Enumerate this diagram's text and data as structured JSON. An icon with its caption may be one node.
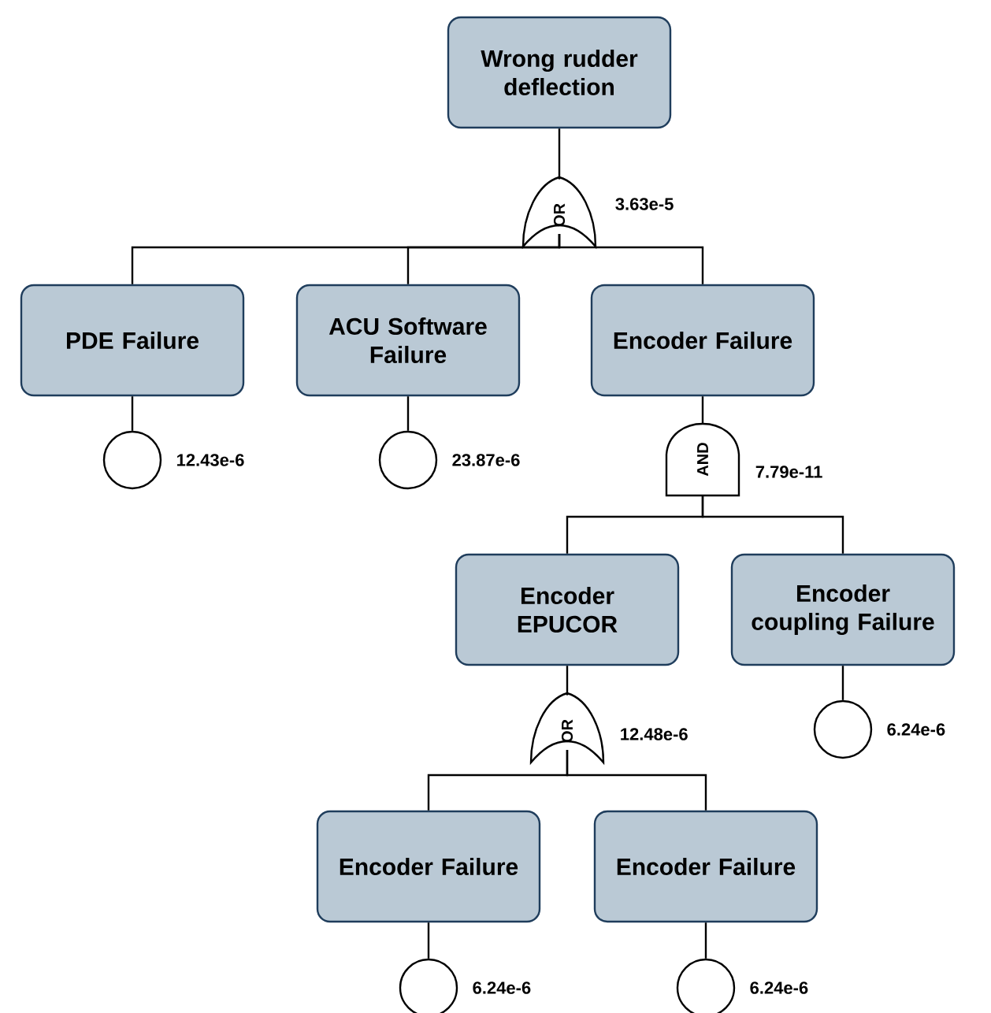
{
  "diagram": {
    "nodes": [
      {
        "text": [
          "Wrong rudder deflection"
        ]
      },
      {
        "text": [
          "OR"
        ],
        "beside": [
          "3.63e-5"
        ]
      },
      {
        "text": [
          "PDE Failure"
        ]
      },
      {
        "text": [
          "ACU Software Failure"
        ]
      },
      {
        "text": [
          "Encoder Failure"
        ]
      },
      {
        "text": [],
        "shape": "circle",
        "beside": [
          "12.43e-6"
        ]
      },
      {
        "text": [],
        "shape": "circle",
        "beside": [
          "23.87e-6"
        ]
      },
      {
        "text": [
          "AND"
        ],
        "beside": [
          "7.79e-11"
        ]
      },
      {
        "text": [
          "Encoder EPUCOR"
        ]
      },
      {
        "text": [
          "Encoder coupling Failure"
        ]
      },
      {
        "text": [
          "OR"
        ],
        "beside": [
          "12.48e-6"
        ]
      },
      {
        "text": [],
        "shape": "circle",
        "beside": [
          "6.24e-6"
        ]
      },
      {
        "text": [
          "Encoder Failure"
        ]
      },
      {
        "text": [
          "Encoder Failure"
        ]
      },
      {
        "text": [],
        "shape": "circle",
        "beside": [
          "6.24e-6"
        ]
      },
      {
        "text": [],
        "shape": "circle",
        "beside": [
          "6.24e-6"
        ]
      }
    ],
    "edges": [
      {
        "from": 0,
        "to": 1,
        "arrow": "none"
      },
      {
        "from": 1,
        "to": 2,
        "arrow": "none"
      },
      {
        "from": 1,
        "to": 3,
        "arrow": "none"
      },
      {
        "from": 1,
        "to": 4,
        "arrow": "none"
      },
      {
        "from": 2,
        "to": 5,
        "arrow": "none"
      },
      {
        "from": 3,
        "to": 6,
        "arrow": "none"
      },
      {
        "from": 4,
        "to": 7,
        "arrow": "none"
      },
      {
        "from": 7,
        "to": 8,
        "arrow": "none"
      },
      {
        "from": 7,
        "to": 9,
        "arrow": "none"
      },
      {
        "from": 8,
        "to": 10,
        "arrow": "none"
      },
      {
        "from": 9,
        "to": 11,
        "arrow": "none"
      },
      {
        "from": 10,
        "to": 12,
        "arrow": "none"
      },
      {
        "from": 10,
        "to": 13,
        "arrow": "none"
      },
      {
        "from": 12,
        "to": 14,
        "arrow": "none"
      },
      {
        "from": 13,
        "to": 15,
        "arrow": "none"
      }
    ]
  }
}
